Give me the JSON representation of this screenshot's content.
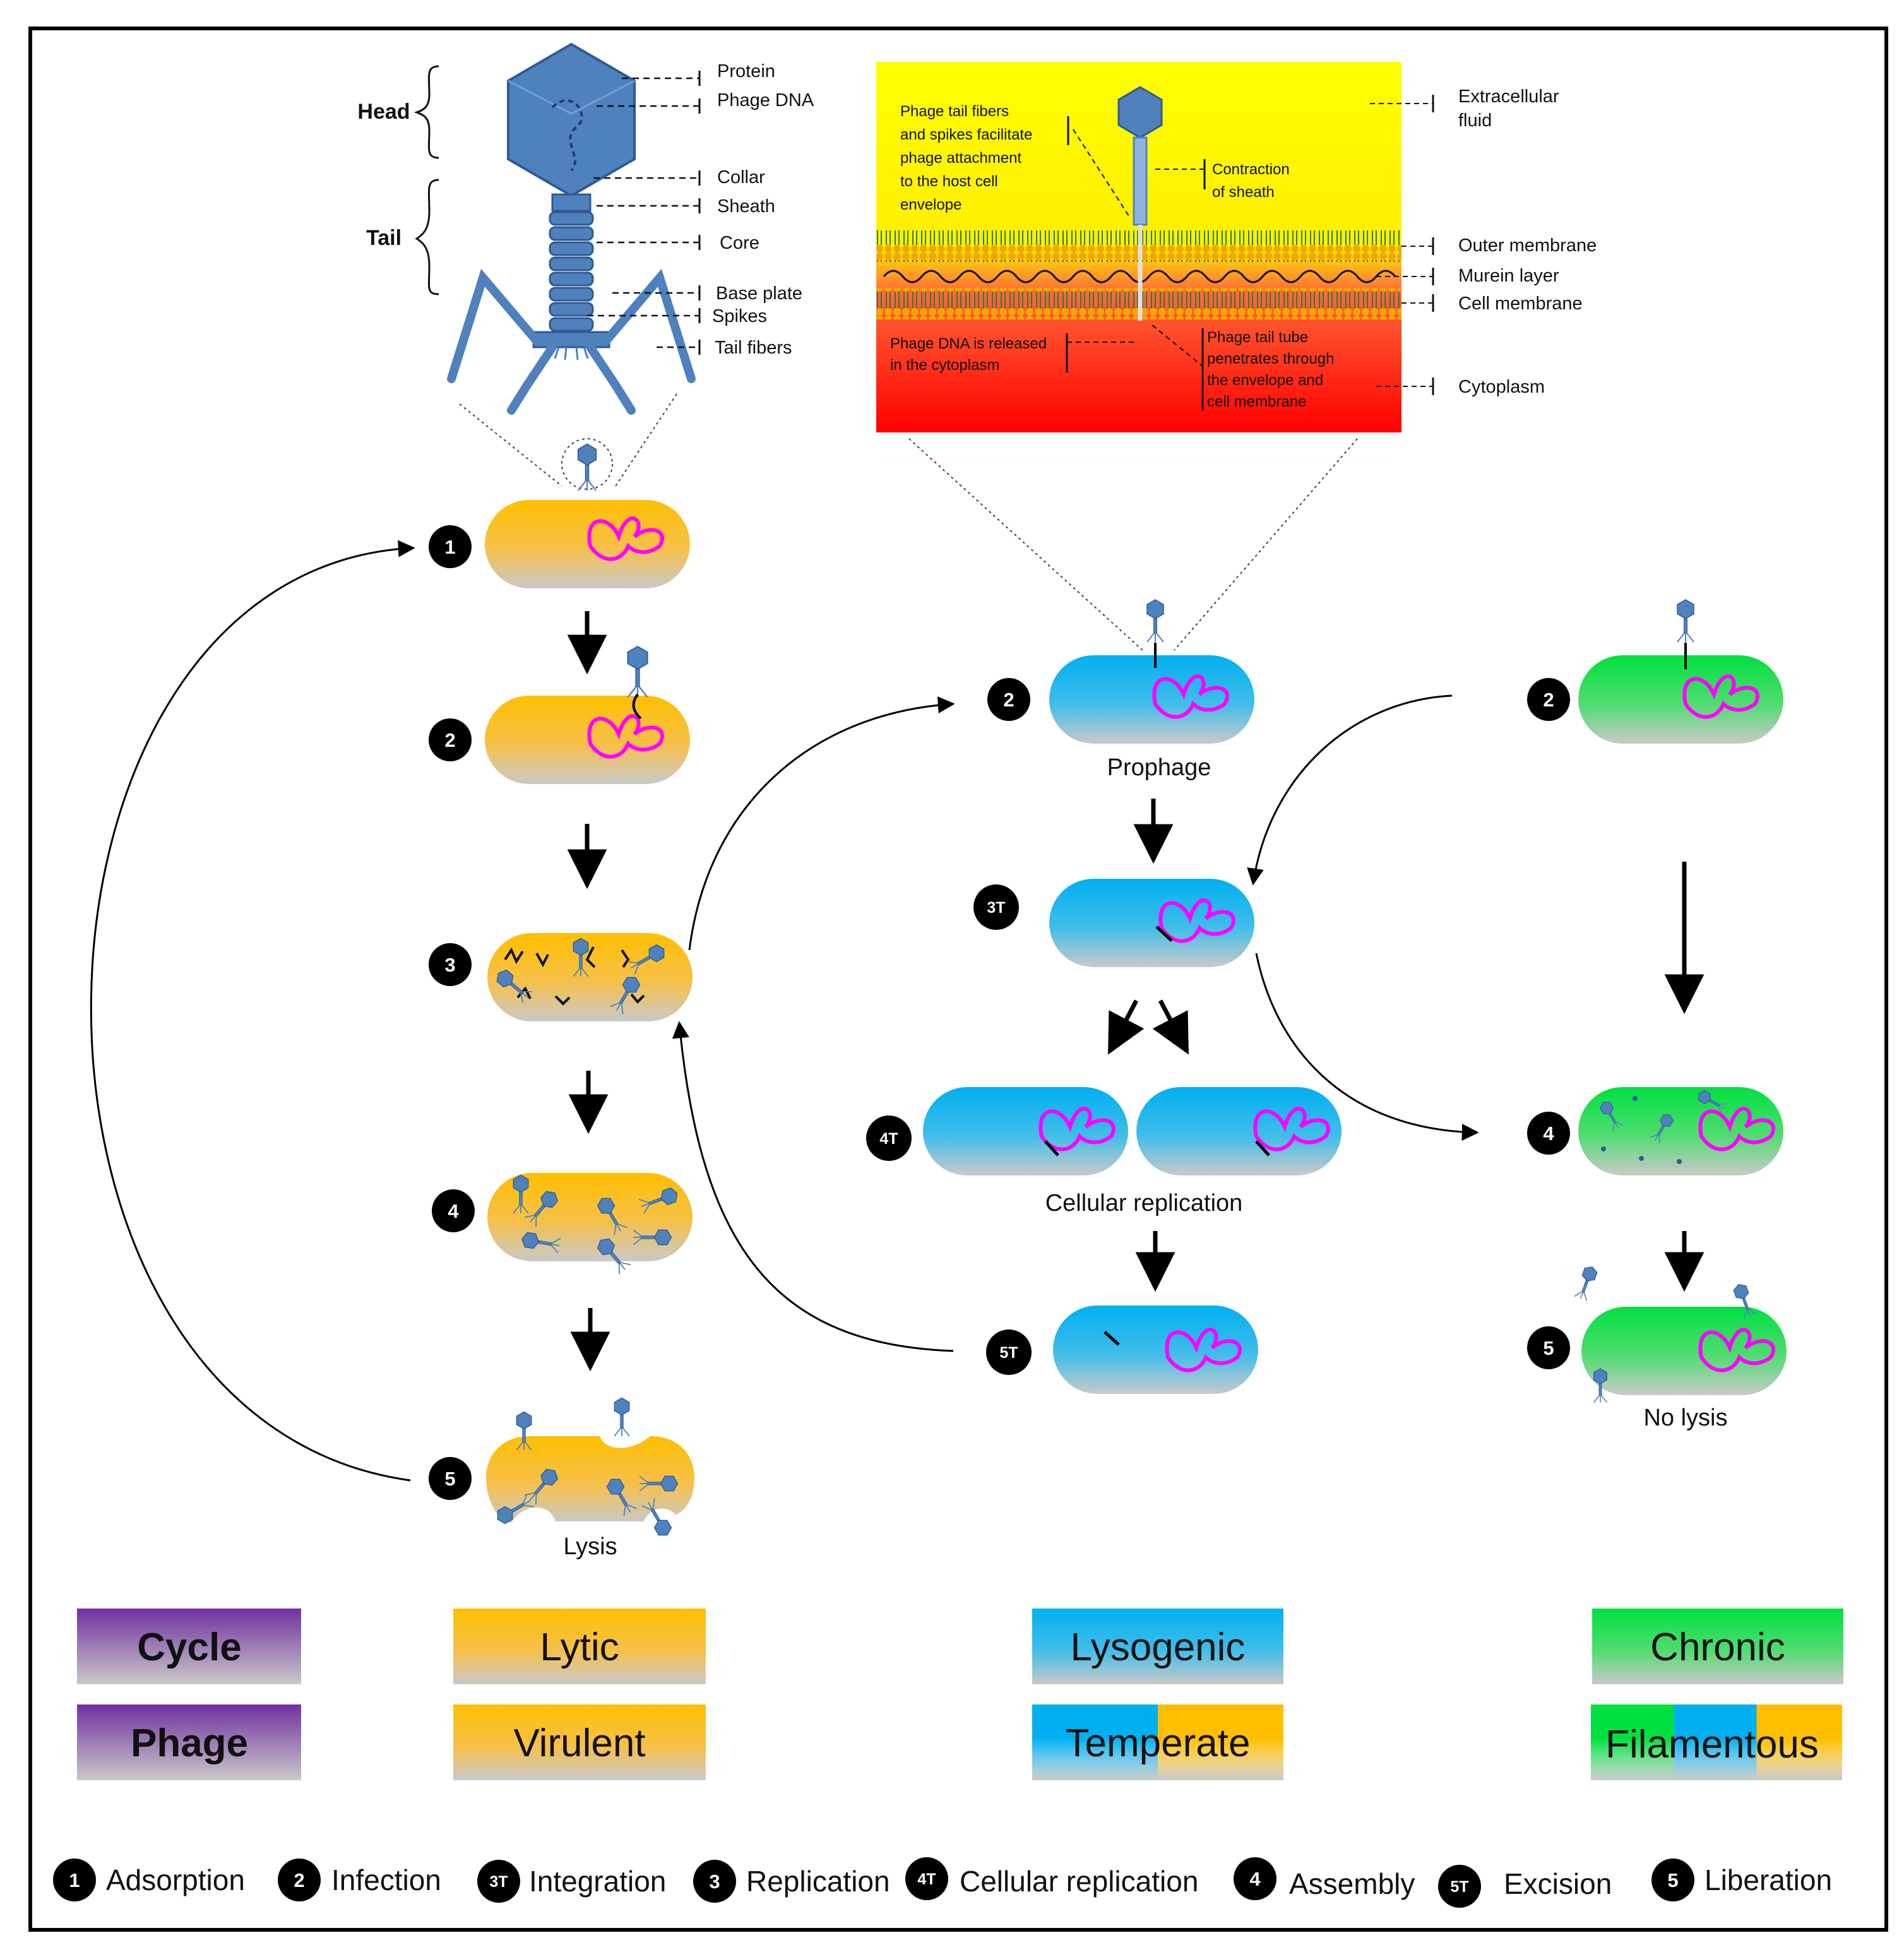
{
  "phage_anatomy": {
    "head_label": "Head",
    "tail_label": "Tail",
    "parts": [
      "Protein",
      "Phage DNA",
      "Collar",
      "Sheath",
      "Core",
      "Base plate",
      "Spikes",
      "Tail fibers"
    ]
  },
  "envelope_inset": {
    "attachment_text": [
      "Phage   tail   fibers",
      "and spikes facilitate",
      "phage    attachment",
      "to    the    host    cell",
      "envelope"
    ],
    "contraction_text": [
      "Contraction",
      "of sheath"
    ],
    "dna_release_text": [
      "Phage DNA is released",
      "in the cytoplasm"
    ],
    "penetration_text": [
      "Phage     tail     tube",
      "penetrates through",
      "the   envelope   and",
      "cell membrane"
    ],
    "side_labels": [
      [
        "Extracellular",
        "fluid"
      ],
      [
        "Outer membrane"
      ],
      [
        "Murein layer"
      ],
      [
        "Cell membrane"
      ],
      [
        "Cytoplasm"
      ]
    ]
  },
  "captions": {
    "prophage": "Prophage",
    "cellular_replication": "Cellular replication",
    "lysis": "Lysis",
    "no_lysis": "No lysis"
  },
  "step_badges": {
    "lytic": [
      "1",
      "2",
      "3",
      "4",
      "5"
    ],
    "temperate": [
      "2",
      "3T",
      "4T",
      "5T"
    ],
    "chronic": [
      "2",
      "4",
      "5"
    ]
  },
  "legend": {
    "rows": [
      [
        "Cycle",
        "Lytic",
        "Lysogenic",
        "Chronic"
      ],
      [
        "Phage",
        "Virulent",
        "Temperate",
        "Filamentous"
      ]
    ]
  },
  "step_key": [
    {
      "badge": "1",
      "label": "Adsorption"
    },
    {
      "badge": "2",
      "label": "Infection"
    },
    {
      "badge": "3T",
      "label": "Integration"
    },
    {
      "badge": "3",
      "label": "Replication"
    },
    {
      "badge": "4T",
      "label": "Cellular replication"
    },
    {
      "badge": "4",
      "label": "Assembly"
    },
    {
      "badge": "5T",
      "label": "Excision"
    },
    {
      "badge": "5",
      "label": "Liberation"
    }
  ],
  "colors": {
    "lytic": "#ffbf00",
    "lysogenic": "#00b0f0",
    "chronic": "#00e040",
    "cycle": "#7030a0",
    "phage": "#4f81bd",
    "dna": "#ff00ff",
    "fade": "#c0c0c0"
  }
}
